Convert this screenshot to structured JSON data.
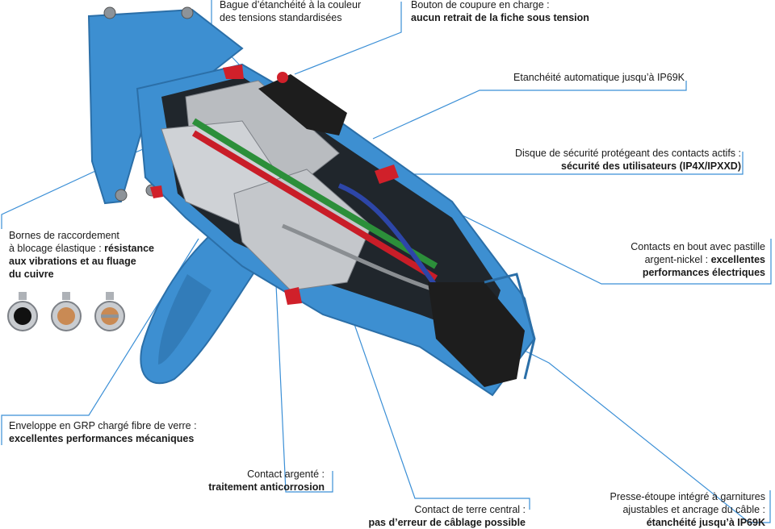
{
  "colors": {
    "connector_blue": "#3d8fd1",
    "connector_dark": "#2b6fa8",
    "leader_line": "#3b8fd6",
    "accent_red": "#d0202a",
    "metal": "#b9bcc0",
    "black": "#1d1d1d"
  },
  "labels": {
    "bague": {
      "line1": "Bague d’étanchéité à la couleur",
      "line2": "des tensions standardisées"
    },
    "bouton": {
      "line1": "Bouton de coupure en charge :",
      "bold": "aucun retrait de la fiche sous tension"
    },
    "etancheite_auto": {
      "line1": "Etanchéité automatique jusqu’à IP69K"
    },
    "disque": {
      "line1": "Disque de sécurité protégeant des contacts actifs :",
      "bold": "sécurité des utilisateurs (IP4X/IPXXD)"
    },
    "bornes": {
      "line1": "Bornes de raccordement",
      "line2": "à blocage élastique : ",
      "bold_inline": "résistance",
      "bold2": "aux vibrations et au fluage",
      "bold3": "du cuivre"
    },
    "contacts_bout": {
      "line1": "Contacts en bout avec pastille",
      "line2": "argent-nickel : ",
      "bold_inline": "excellentes",
      "bold2": "performances électriques"
    },
    "enveloppe": {
      "line1": "Enveloppe en GRP chargé fibre de verre :",
      "bold": "excellentes performances mécaniques"
    },
    "contact_argente": {
      "line1": "Contact argenté :",
      "bold": "traitement anticorrosion"
    },
    "contact_terre": {
      "line1": "Contact de terre central :",
      "bold": "pas d’erreur de câblage possible"
    },
    "presse_etoupe": {
      "line1": "Presse-étoupe intégré à garnitures",
      "line2": "ajustables et ancrage du câble :",
      "bold": "étanchéité jusqu’à IP69K"
    }
  }
}
